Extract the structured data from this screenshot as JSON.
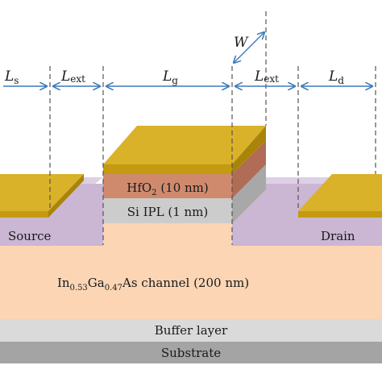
{
  "dimensions": {
    "ls": {
      "main": "L",
      "sub": "s"
    },
    "lext_left": {
      "main": "L",
      "sub": "ext"
    },
    "lg": {
      "main": "L",
      "sub": "g"
    },
    "lext_right": {
      "main": "L",
      "sub": "ext"
    },
    "ld": {
      "main": "L",
      "sub": "d"
    },
    "w": "W"
  },
  "layers": {
    "hfo2": {
      "pre": "HfO",
      "sub": "2",
      "post": " (10 nm)"
    },
    "si_ipl": "Si IPL (1 nm)",
    "source": "Source",
    "drain": "Drain",
    "channel": {
      "p1": "In",
      "s1": "0.53",
      "p2": "Ga",
      "s2": "0.47",
      "p3": "As channel (200 nm)"
    },
    "buffer": "Buffer layer",
    "substrate": "Substrate"
  },
  "colors": {
    "gold": "#cfa513",
    "gold_top": "#d9b22a",
    "hfo2": "#cf8a6e",
    "hfo2_side": "#b06c55",
    "si_ipl": "#cccccc",
    "si_ipl_side": "#a8a8a8",
    "source_drain": "#cbb6d3",
    "source_drain_top": "#ddd0e4",
    "channel": "#fbd5b4",
    "buffer": "#dadada",
    "substrate": "#a4a4a4",
    "dim_line": "#3d7ab8"
  }
}
